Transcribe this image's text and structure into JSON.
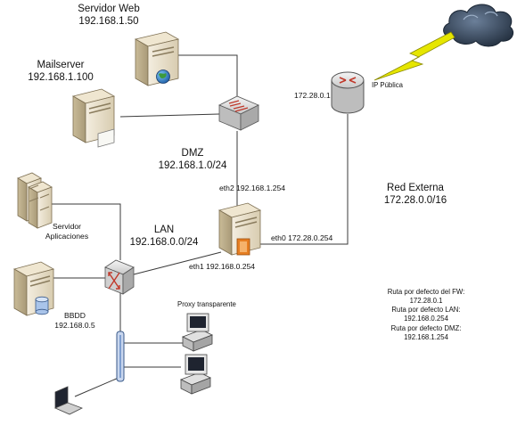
{
  "nodes": {
    "web_server": {
      "name": "Servidor Web",
      "ip": "192.168.1.50"
    },
    "mail_server": {
      "name": "Mailserver",
      "ip": "192.168.1.100"
    },
    "dmz": {
      "name": "DMZ",
      "network": "192.168.1.0/24"
    },
    "app_server": {
      "name_line1": "Servidor",
      "name_line2": "Aplicaciones"
    },
    "lan": {
      "name": "LAN",
      "network": "192.168.0.0/24"
    },
    "db_server": {
      "name": "BBDD",
      "ip": "192.168.0.5"
    },
    "router": {
      "ip": "172.28.0.1",
      "label": "IP Pública"
    },
    "external": {
      "name": "Red Externa",
      "network": "172.28.0.0/16"
    },
    "proxy": {
      "label": "Proxy transparente"
    }
  },
  "firewall_interfaces": {
    "eth2": "eth2 192.168.1.254",
    "eth0": "eth0 172.28.0.254",
    "eth1": "eth1 192.168.0.254"
  },
  "routes_note": [
    "Ruta por defecto del FW:",
    "172.28.0.1",
    "Ruta por defecto LAN:",
    "192.168.0.254",
    "Ruta por defecto DMZ:",
    "192.168.1.254"
  ],
  "colors": {
    "line": "#3a3a3a",
    "server_body": "#e9dfc9",
    "server_dark": "#b9aa8a",
    "device_face": "#d9d9d9",
    "switch_arrow": "#c0392b",
    "bolt": "#e6e600",
    "cloud": "#3a4a5e",
    "bus": "#7f9fd0",
    "firewall_panel": "#e67e22"
  },
  "icons": [
    "server-icon",
    "globe-icon",
    "mail-server-icon",
    "switch-icon",
    "router-icon",
    "cloud-icon",
    "lightning-icon",
    "firewall-server-icon",
    "database-icon",
    "desktop-icon",
    "laptop-icon"
  ]
}
